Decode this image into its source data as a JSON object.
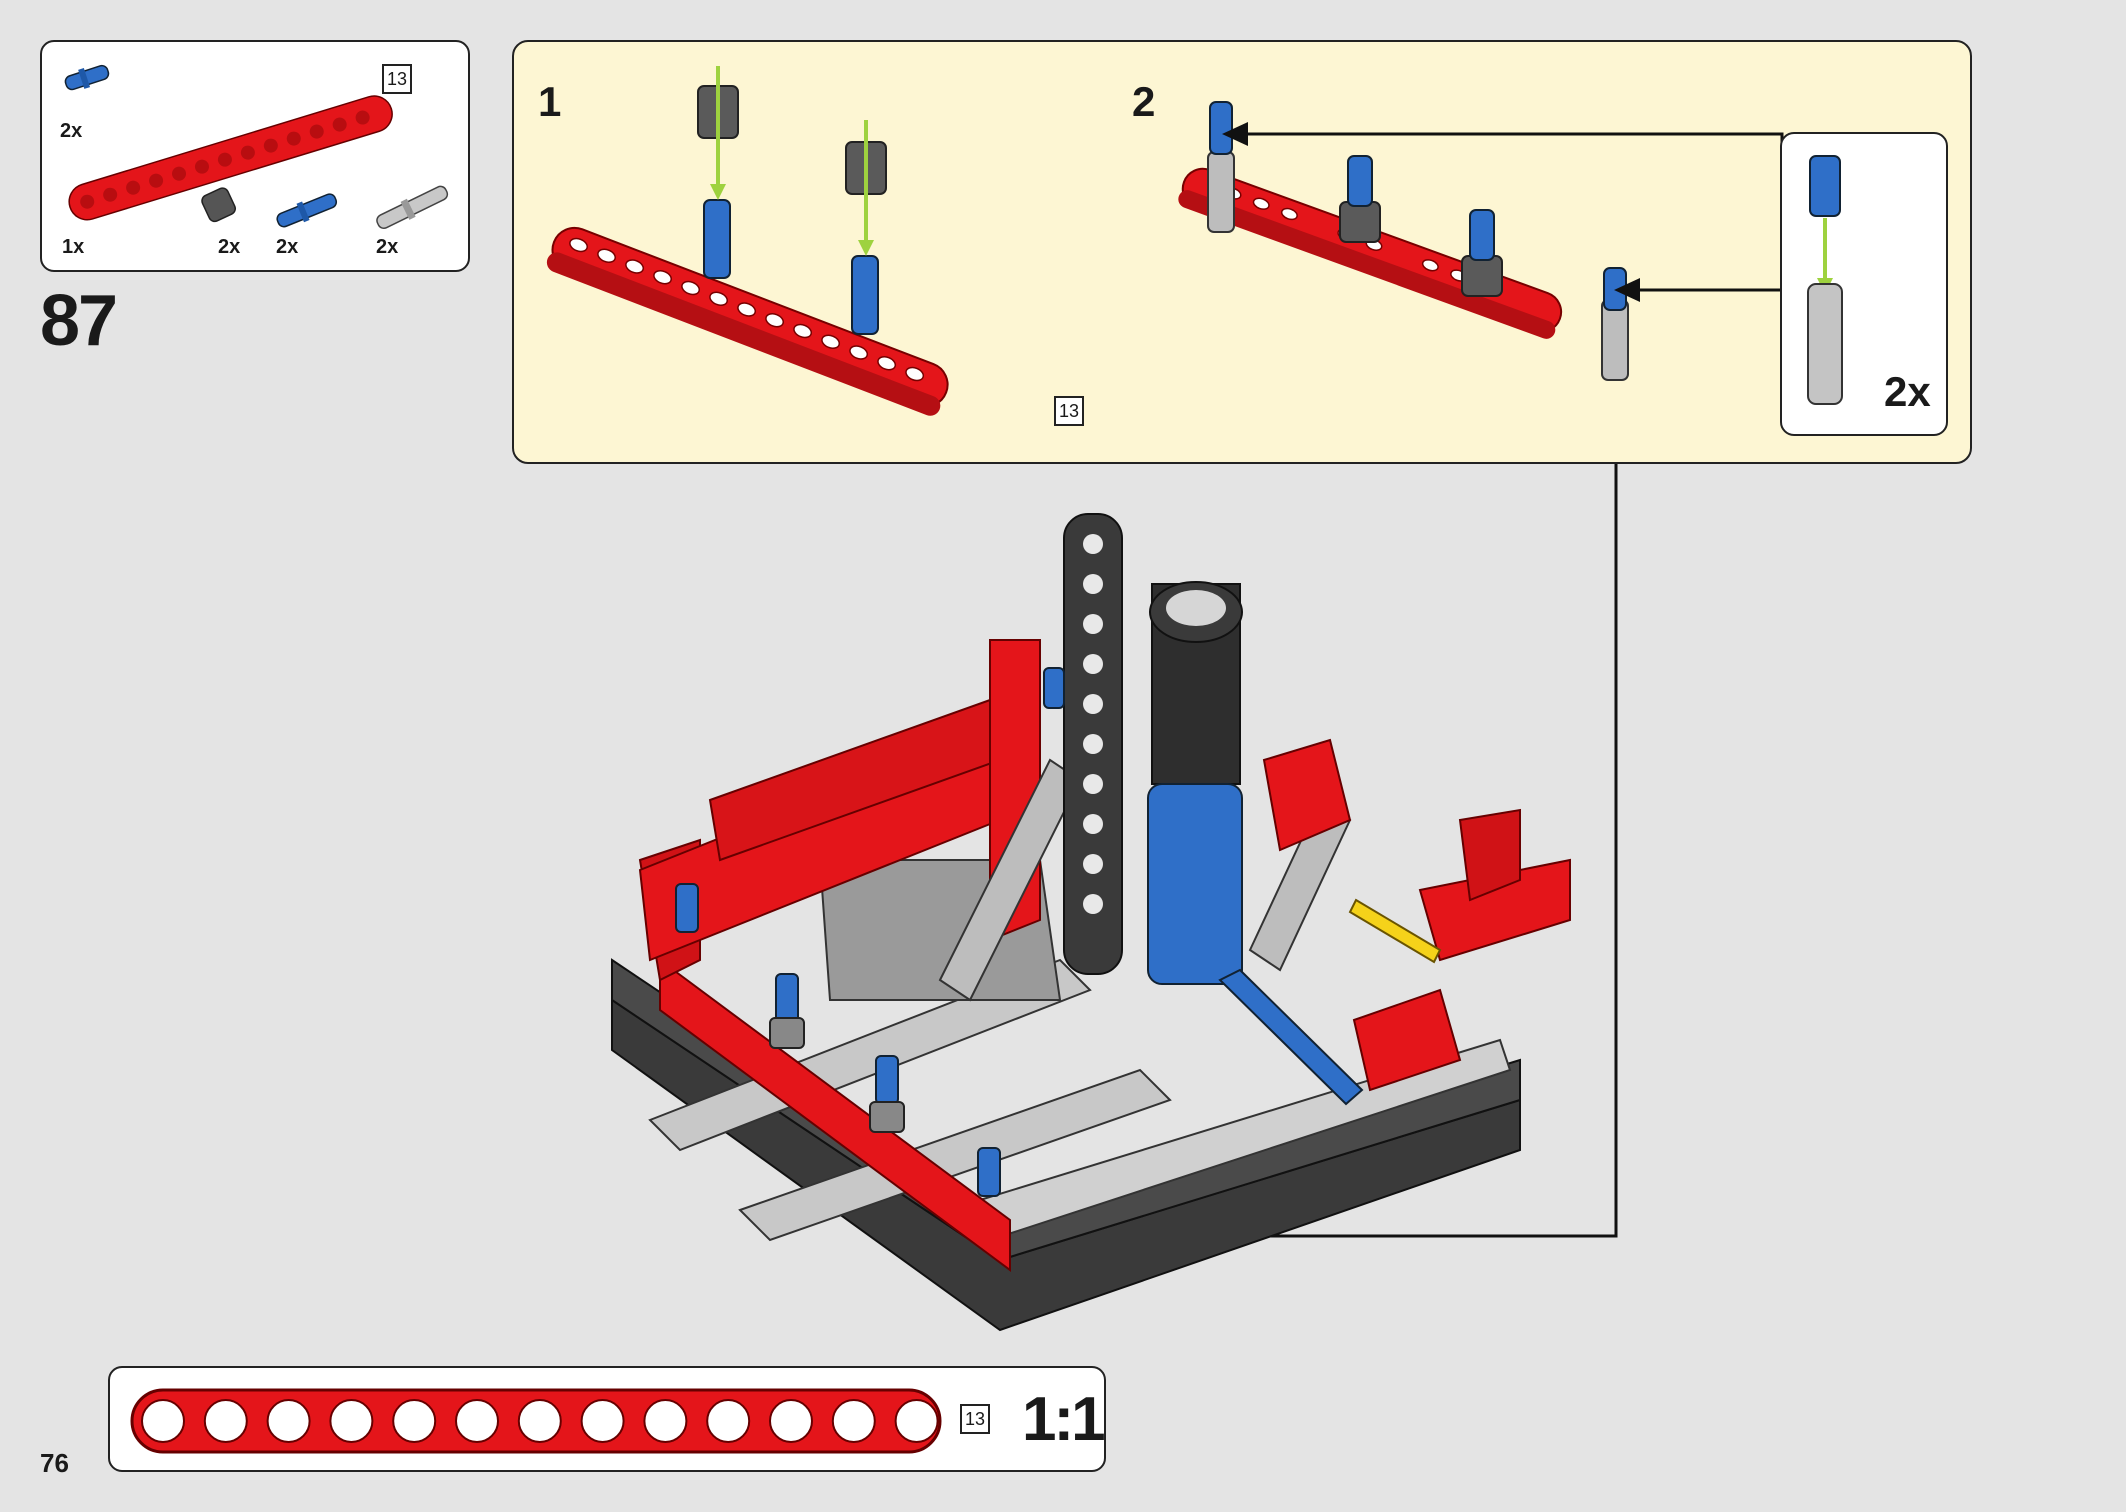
{
  "step": {
    "number": "87"
  },
  "parts_list": {
    "items": [
      {
        "name": "blue pin",
        "qty": "2x"
      },
      {
        "name": "red beam 13",
        "qty": "1x"
      },
      {
        "name": "dark gray bush",
        "qty": "2x"
      },
      {
        "name": "blue axle pin",
        "qty": "2x"
      },
      {
        "name": "light gray pin",
        "qty": "2x"
      }
    ],
    "beam_length": "13"
  },
  "substeps": [
    {
      "number": "1",
      "beam_length": "13"
    },
    {
      "number": "2"
    }
  ],
  "callout": {
    "qty": "2x"
  },
  "scale_bar": {
    "length": "13",
    "ratio": "1:1",
    "hole_count": 13
  },
  "page": {
    "number": "76"
  },
  "colors": {
    "red": "#e4151a",
    "blue": "#2f6fc8",
    "dark_gray": "#3a3a3a",
    "light_gray": "#bcbcbc",
    "panel_bg": "#fdf6d3",
    "page_bg": "#e4e4e4",
    "arrow_green": "#9ed23f"
  }
}
